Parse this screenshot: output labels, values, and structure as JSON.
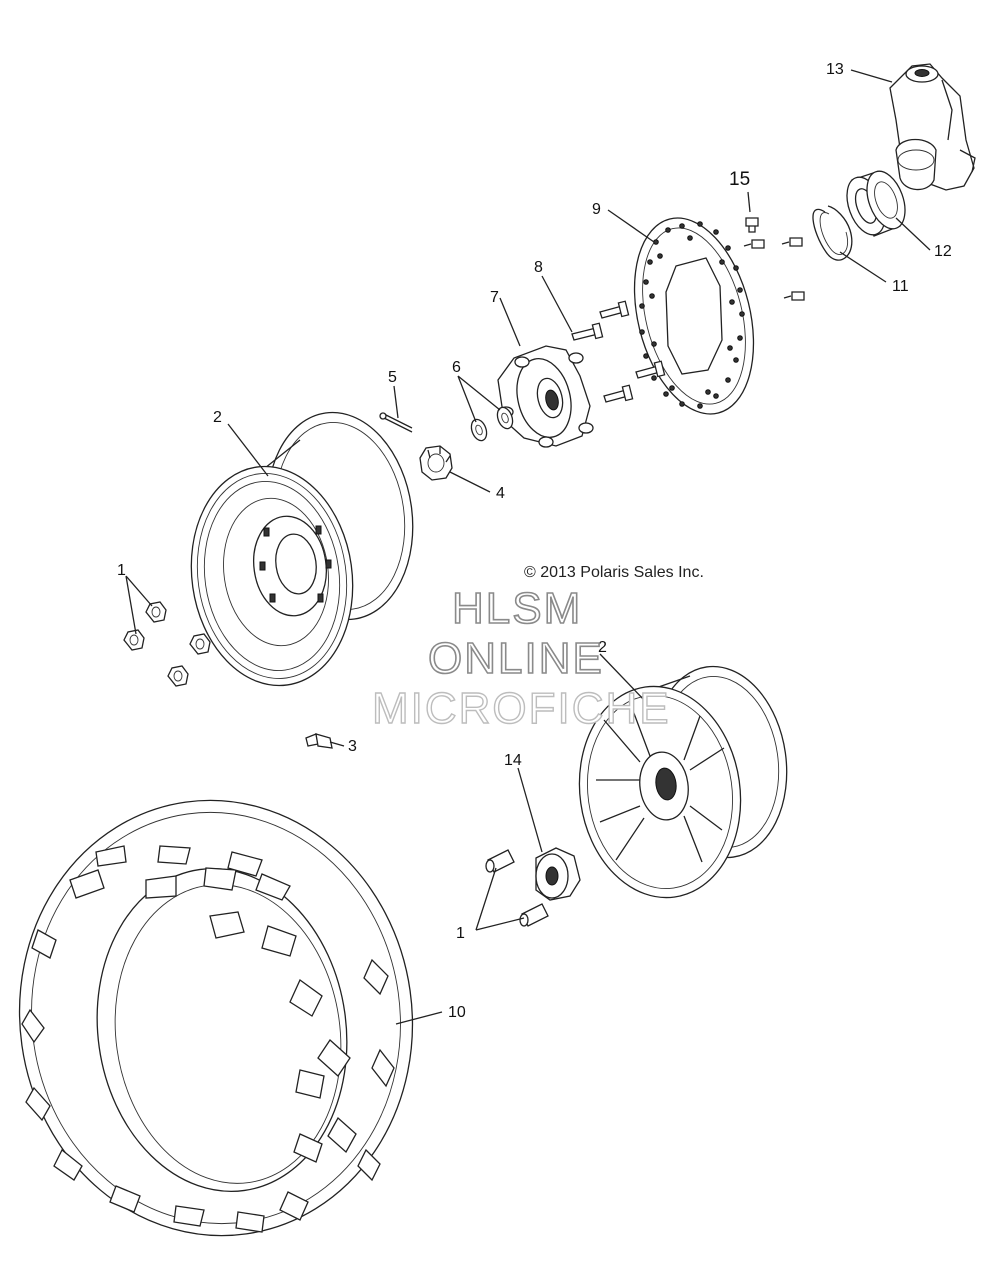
{
  "copyright": "© 2013 Polaris Sales Inc.",
  "watermark": {
    "line1": "HLSM",
    "line2": "ONLINE",
    "line3": "MICROFICHE"
  },
  "callouts": {
    "c1a": "1",
    "c1b": "1",
    "c2a": "2",
    "c2b": "2",
    "c3": "3",
    "c4": "4",
    "c5": "5",
    "c6": "6",
    "c7": "7",
    "c8": "8",
    "c9": "9",
    "c10": "10",
    "c11": "11",
    "c12": "12",
    "c13": "13",
    "c14": "14",
    "c15": "15"
  },
  "colors": {
    "line": "#222222",
    "watermark_outline": "#8a8a8a",
    "background": "#ffffff"
  }
}
